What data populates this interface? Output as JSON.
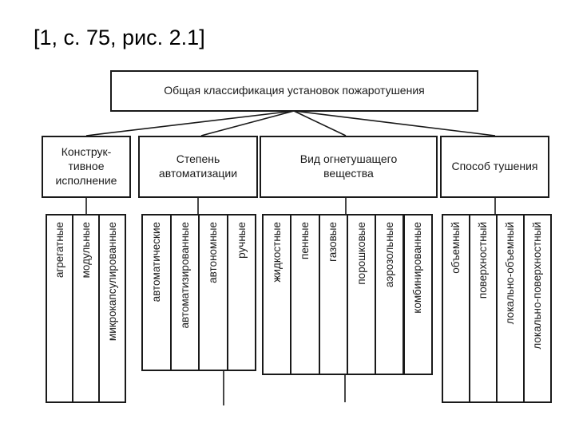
{
  "reference": "[1, с. 75, рис. 2.1]",
  "root": "Общая классификация установок пожаротушения",
  "categories": [
    {
      "label": "Конструк-\nтивное\nисполнение",
      "items": [
        "агрегатные",
        "модульные",
        "микрокапсулированные"
      ]
    },
    {
      "label": "Степень\nавтоматизации",
      "items": [
        "автоматические",
        "автоматизированные",
        "автономные",
        "ручные"
      ]
    },
    {
      "label": "Вид огнетушащего\nвещества",
      "items": [
        "жидкостные",
        "пенные",
        "газовые",
        "порошковые",
        "аэрозольные",
        "комбинированные"
      ]
    },
    {
      "label": "Способ тушения",
      "items": [
        "объемный",
        "поверхностный",
        "локально-объемный",
        "локально-поверхностный"
      ]
    }
  ]
}
